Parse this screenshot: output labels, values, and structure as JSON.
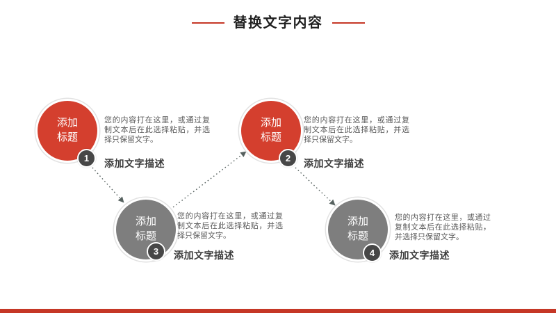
{
  "slide": {
    "title": "替换文字内容",
    "colors": {
      "accent_red": "#c53726",
      "circle_red": "#d43f2e",
      "circle_gray": "#7e7e7e",
      "badge_gray": "#474747",
      "connector_gray": "#56615f",
      "body_text": "#595959",
      "label_text": "#3d3d3d",
      "title_text": "#1f1f1f"
    }
  },
  "steps": [
    {
      "number": "1",
      "title_line1": "添加",
      "title_line2": "标题",
      "label": "添加文字描述",
      "body": "您的内容打在这里，或通过复制文本后在此选择粘贴，并选择只保留文字。",
      "circle_style": "red"
    },
    {
      "number": "2",
      "title_line1": "添加",
      "title_line2": "标题",
      "label": "添加文字描述",
      "body": "您的内容打在这里，或通过复制文本后在此选择粘贴，并选择只保留文字。",
      "circle_style": "red"
    },
    {
      "number": "3",
      "title_line1": "添加",
      "title_line2": "标题",
      "label": "添加文字描述",
      "body": "您的内容打在这里，或通过复制文本后在此选择粘贴，并选择只保留文字。",
      "circle_style": "gray"
    },
    {
      "number": "4",
      "title_line1": "添加",
      "title_line2": "标题",
      "label": "添加文字描述",
      "body": "您的内容打在这里，或通过复制文本后在此选择粘贴，并选择只保留文字。",
      "circle_style": "gray"
    }
  ],
  "connectors": [
    {
      "from": "step-1",
      "to": "step-3"
    },
    {
      "from": "step-3",
      "to": "step-2"
    },
    {
      "from": "step-2",
      "to": "step-4"
    }
  ]
}
